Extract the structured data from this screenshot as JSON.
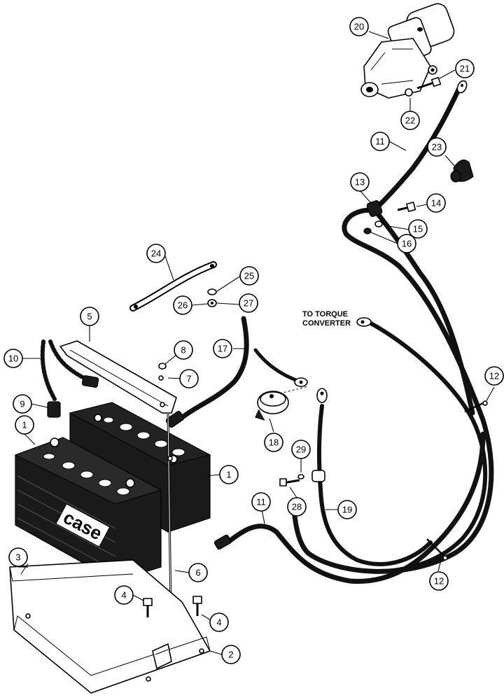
{
  "note": {
    "line1": "TO TORQUE",
    "line2": "CONVERTER"
  },
  "battery_logo": "case",
  "callouts": {
    "c1a": "1",
    "c1b": "1",
    "c2": "2",
    "c3": "3",
    "c4a": "4",
    "c4b": "4",
    "c5": "5",
    "c6": "6",
    "c7": "7",
    "c8": "8",
    "c9": "9",
    "c10": "10",
    "c11a": "11",
    "c11b": "11",
    "c12a": "12",
    "c12b": "12",
    "c13": "13",
    "c14": "14",
    "c15": "15",
    "c16": "16",
    "c17": "17",
    "c18": "18",
    "c19": "19",
    "c20": "20",
    "c21": "21",
    "c22": "22",
    "c23": "23",
    "c24": "24",
    "c25": "25",
    "c26": "26",
    "c27": "27",
    "c28": "28",
    "c29": "29"
  }
}
